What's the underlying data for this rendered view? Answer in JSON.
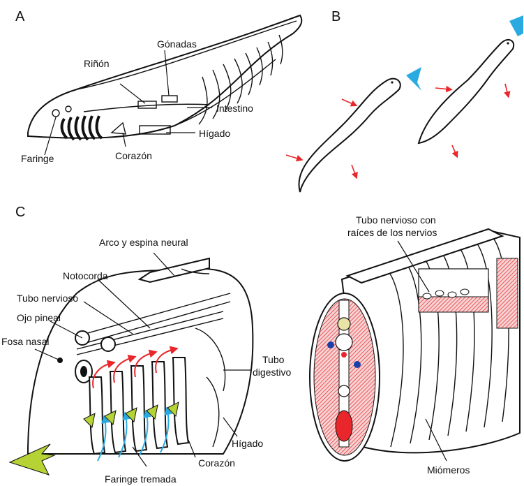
{
  "panels": {
    "a": "A",
    "b": "B",
    "c": "C"
  },
  "panel_a": {
    "gonadas": "Gónadas",
    "rinon": "Riñón",
    "intestino": "Intestino",
    "higado": "Hígado",
    "faringe": "Faringe",
    "corazon": "Corazón"
  },
  "panel_c_left": {
    "arco": "Arco y espina neural",
    "notocorda": "Notocorda",
    "tubo_nervioso": "Tubo nervioso",
    "ojo_pineal": "Ojo pineal",
    "fosa_nasal": "Fosa nasal",
    "tubo_digestivo_1": "Tubo",
    "tubo_digestivo_2": "digestivo",
    "higado": "Hígado",
    "corazon": "Corazón",
    "faringe_tremada": "Faringe tremada"
  },
  "panel_c_right": {
    "tubo_raices_1": "Tubo nervioso con",
    "tubo_raices_2": "raíces de los nervios",
    "miomeros": "Miómeros"
  },
  "colors": {
    "blue": "#29abe2",
    "red": "#e8262b",
    "green": "#b5d334",
    "hatch": "#e8262b"
  }
}
